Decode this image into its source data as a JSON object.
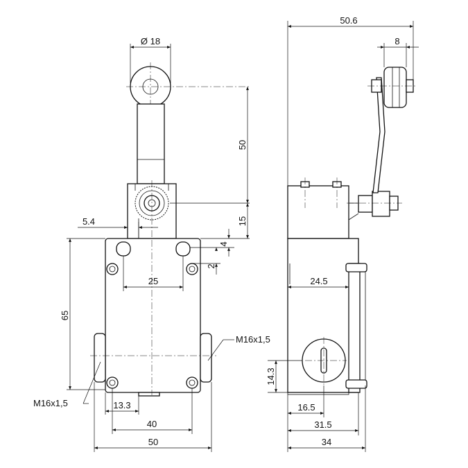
{
  "front_view": {
    "dim_roller_diameter": "Ø 18",
    "dim_lever_length": "50",
    "dim_pivot_to_top": "15",
    "dim_slot_offset": "5.4",
    "dim_slot_height": "4",
    "dim_screw_offset": "2",
    "dim_mounting_spacing": "25",
    "dim_body_height": "65",
    "dim_entry_offset": "13.3",
    "dim_hole_spacing": "40",
    "dim_body_width": "50",
    "thread_right": "M16x1,5",
    "thread_left": "M16x1,5"
  },
  "side_view": {
    "dim_overall_depth": "50.6",
    "dim_roller_width": "8",
    "dim_head_depth": "24.5",
    "dim_entry_height": "14.3",
    "dim_entry_center": "16.5",
    "dim_base_depth": "31.5",
    "dim_total_depth": "34"
  }
}
